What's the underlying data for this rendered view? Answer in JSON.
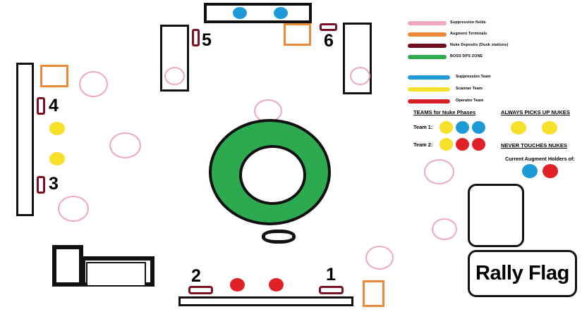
{
  "legend": {
    "map_features": [
      {
        "label": "Suppression fields",
        "color": "#EFA8BE",
        "icon": "line-swatch-icon"
      },
      {
        "label": "Augment Terminals",
        "color": "#ED8A3A",
        "icon": "line-swatch-icon"
      },
      {
        "label": "Nuke Deposits (Dunk stations)",
        "color": "#6E0E1E",
        "icon": "line-swatch-icon"
      },
      {
        "label": "BOSS DPS ZONE",
        "color": "#2DA94F",
        "icon": "line-swatch-icon"
      }
    ],
    "teams": [
      {
        "label": "Suppression Team",
        "color": "#1E9BD7",
        "icon": "line-swatch-icon"
      },
      {
        "label": "Scanner Team",
        "color": "#F7E029",
        "icon": "line-swatch-icon"
      },
      {
        "label": "Operator Team",
        "color": "#D81F26",
        "icon": "line-swatch-icon"
      }
    ]
  },
  "teams_panel": {
    "title": "TEAMS for Nuke Phases",
    "rows": [
      {
        "label": "Team 1:",
        "dots": [
          "#F7E029",
          "#1E9BD7",
          "#1E9BD7"
        ]
      },
      {
        "label": "Team 2:",
        "dots": [
          "#F7E029",
          "#E12128",
          "#E12128"
        ]
      }
    ]
  },
  "roles_panel": {
    "always_title": "ALWAYS PICKS UP NUKES",
    "always_dots": [
      "#F7E029",
      "#F7E029"
    ],
    "never_title": "NEVER TOUCHES NUKES",
    "augment_text": "Current Augment Holders of:",
    "augment_dots": [
      "#1E9BD7",
      "#E12128"
    ]
  },
  "rally": {
    "flag_label": "Rally Flag"
  },
  "map": {
    "markers": [
      {
        "number": "1"
      },
      {
        "number": "2"
      },
      {
        "number": "3"
      },
      {
        "number": "4"
      },
      {
        "number": "5"
      },
      {
        "number": "6"
      }
    ]
  },
  "colors": {
    "suppression_field": "#EFA8BE",
    "augment_terminal": "#ED8A3A",
    "nuke_deposit": "#7B1223",
    "boss_zone": "#2DA94F",
    "blue_team": "#1E9BD7",
    "yellow_team": "#F7E029",
    "red_team": "#E12128",
    "wall": "#111111"
  }
}
